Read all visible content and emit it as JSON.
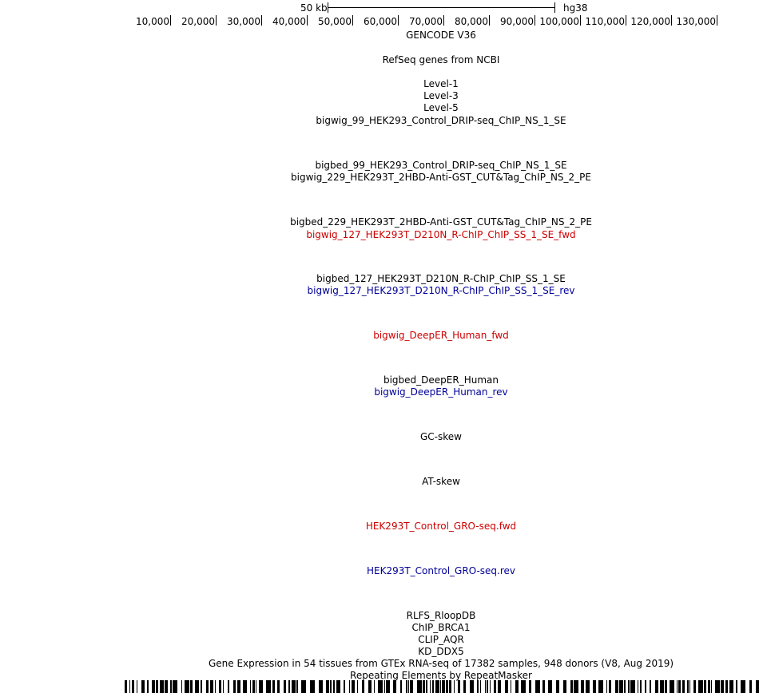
{
  "scale": {
    "length_label": "50 kb",
    "assembly": "hg38"
  },
  "ruler": {
    "ticks": [
      "10,000",
      "20,000",
      "30,000",
      "40,000",
      "50,000",
      "60,000",
      "70,000",
      "80,000",
      "90,000",
      "100,000",
      "110,000",
      "120,000",
      "130,000"
    ]
  },
  "tracks": [
    {
      "label": "GENCODE V36",
      "color": "black"
    },
    {
      "label": "RefSeq genes from NCBI",
      "color": "black"
    },
    {
      "label": "Level-1",
      "color": "black"
    },
    {
      "label": "Level-3",
      "color": "black"
    },
    {
      "label": "Level-5",
      "color": "black"
    },
    {
      "label": "bigwig_99_HEK293_Control_DRIP-seq_ChIP_NS_1_SE",
      "color": "black"
    },
    {
      "label": "bigbed_99_HEK293_Control_DRIP-seq_ChIP_NS_1_SE",
      "color": "black"
    },
    {
      "label": "bigwig_229_HEK293T_2HBD-Anti-GST_CUT&Tag_ChIP_NS_2_PE",
      "color": "black"
    },
    {
      "label": "bigbed_229_HEK293T_2HBD-Anti-GST_CUT&Tag_ChIP_NS_2_PE",
      "color": "black"
    },
    {
      "label": "bigwig_127_HEK293T_D210N_R-ChIP_ChIP_SS_1_SE_fwd",
      "color": "red"
    },
    {
      "label": "bigbed_127_HEK293T_D210N_R-ChIP_ChIP_SS_1_SE",
      "color": "black"
    },
    {
      "label": "bigwig_127_HEK293T_D210N_R-ChIP_ChIP_SS_1_SE_rev",
      "color": "blue"
    },
    {
      "label": "bigwig_DeepER_Human_fwd",
      "color": "red"
    },
    {
      "label": "bigbed_DeepER_Human",
      "color": "black"
    },
    {
      "label": "bigwig_DeepER_Human_rev",
      "color": "blue"
    },
    {
      "label": "GC-skew",
      "color": "black"
    },
    {
      "label": "AT-skew",
      "color": "black"
    },
    {
      "label": "HEK293T_Control_GRO-seq.fwd",
      "color": "red"
    },
    {
      "label": "HEK293T_Control_GRO-seq.rev",
      "color": "blue"
    },
    {
      "label": "RLFS_RloopDB",
      "color": "black"
    },
    {
      "label": "ChIP_BRCA1",
      "color": "black"
    },
    {
      "label": "CLIP_AQR",
      "color": "black"
    },
    {
      "label": "KD_DDX5",
      "color": "black"
    },
    {
      "label": "Gene Expression in 54 tissues from GTEx RNA-seq of 17382 samples, 948 donors (V8, Aug 2019)",
      "color": "black"
    },
    {
      "label": "Repeating Elements by RepeatMasker",
      "color": "black"
    }
  ]
}
